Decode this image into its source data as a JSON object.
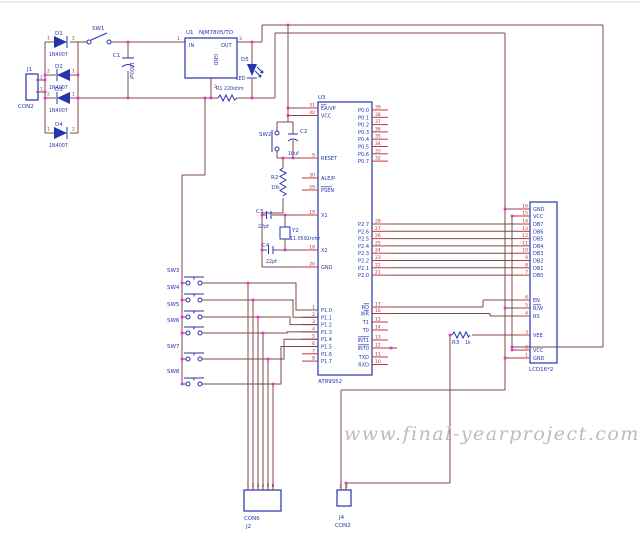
{
  "watermark": "www.final-yearproject.com",
  "colors": {
    "wire": "#7c4848",
    "pin_stub": "#c53434",
    "component": "#2633ad",
    "pin_number": "#a03434",
    "junction": "#ee2fd0",
    "watermark": "#bcbcbc",
    "background": "#ffffff"
  },
  "power": {
    "j1": {
      "ref": "J1",
      "type": "CON2",
      "pins": [
        "2",
        "1"
      ]
    },
    "diodes": [
      {
        "ref": "D1",
        "value": "1N4007",
        "pins": [
          "1",
          "2"
        ]
      },
      {
        "ref": "D2",
        "value": "1N4007",
        "pins": [
          "2",
          "1"
        ]
      },
      {
        "ref": "D3",
        "value": "1N4007",
        "pins": [
          "2",
          "1"
        ]
      },
      {
        "ref": "D4",
        "value": "1N4007",
        "pins": [
          "1",
          "2"
        ]
      }
    ],
    "sw1": {
      "ref": "SW1"
    },
    "c1": {
      "ref": "C1",
      "value": "1000uf"
    },
    "u1": {
      "ref": "U1",
      "part": "NJM7805/TO",
      "pin_in": "IN",
      "pin_out": "OUT",
      "pin_gnd": "GND",
      "num_in": "1",
      "num_out": "3",
      "num_gnd": "2"
    },
    "d5": {
      "ref": "D5",
      "value": "LED"
    },
    "r1": {
      "ref": "R1",
      "value": "220ohm"
    }
  },
  "reset_circuit": {
    "sw2": {
      "ref": "SW2"
    },
    "c2": {
      "ref": "C2",
      "value": "10uf"
    },
    "r2": {
      "ref": "R2",
      "value": "10k"
    }
  },
  "crystal_circuit": {
    "c3": {
      "ref": "C3",
      "value": "22pf"
    },
    "y2": {
      "ref": "Y2",
      "value": "11.0592mhz"
    },
    "c4": {
      "ref": "C4",
      "value": "22pf"
    }
  },
  "mcu": {
    "ref": "U3",
    "part": "AT89S52",
    "left_pins": [
      {
        "n": "31",
        "l": "EA/VP",
        "b": 2
      },
      {
        "n": "40",
        "l": "VCC"
      },
      {
        "n": "9",
        "l": "RESET"
      },
      {
        "n": "30",
        "l": "ALE/P"
      },
      {
        "n": "29",
        "l": "PSEN",
        "b": 4
      },
      {
        "n": "19",
        "l": "X1"
      },
      {
        "n": "18",
        "l": "X2"
      },
      {
        "n": "20",
        "l": "GND"
      },
      {
        "n": "1",
        "l": "P1.0"
      },
      {
        "n": "2",
        "l": "P1.1"
      },
      {
        "n": "3",
        "l": "P1.2"
      },
      {
        "n": "4",
        "l": "P1.3"
      },
      {
        "n": "5",
        "l": "P1.4"
      },
      {
        "n": "6",
        "l": "P1.5"
      },
      {
        "n": "7",
        "l": "P1.6"
      },
      {
        "n": "8",
        "l": "P1.7"
      }
    ],
    "right_pins": [
      {
        "n": "39",
        "l": "P0.0"
      },
      {
        "n": "38",
        "l": "P0.1"
      },
      {
        "n": "37",
        "l": "P0.2"
      },
      {
        "n": "36",
        "l": "P0.3"
      },
      {
        "n": "35",
        "l": "P0.4"
      },
      {
        "n": "34",
        "l": "P0.5"
      },
      {
        "n": "33",
        "l": "P0.6"
      },
      {
        "n": "32",
        "l": "P0.7"
      },
      {
        "n": "28",
        "l": "P2.7"
      },
      {
        "n": "27",
        "l": "P2.6"
      },
      {
        "n": "26",
        "l": "P2.5"
      },
      {
        "n": "25",
        "l": "P2.4"
      },
      {
        "n": "24",
        "l": "P2.3"
      },
      {
        "n": "23",
        "l": "P2.2"
      },
      {
        "n": "22",
        "l": "P2.1"
      },
      {
        "n": "21",
        "l": "P2.0"
      },
      {
        "n": "17",
        "l": "RD",
        "b": 2
      },
      {
        "n": "16",
        "l": "WR",
        "b": 2
      },
      {
        "n": "15",
        "l": "T1"
      },
      {
        "n": "14",
        "l": "T0"
      },
      {
        "n": "13",
        "l": "INT1",
        "b": 4
      },
      {
        "n": "12",
        "l": "INT0",
        "b": 4
      },
      {
        "n": "11",
        "l": "TXD"
      },
      {
        "n": "10",
        "l": "RXD"
      }
    ]
  },
  "keypad": {
    "switches": [
      {
        "ref": "SW3"
      },
      {
        "ref": "SW4"
      },
      {
        "ref": "SW5"
      },
      {
        "ref": "SW6"
      },
      {
        "ref": "SW7"
      },
      {
        "ref": "SW8"
      }
    ]
  },
  "lcd": {
    "label": "LCD16*2",
    "pins": [
      {
        "n": "16",
        "l": "GND"
      },
      {
        "n": "15",
        "l": "VCC"
      },
      {
        "n": "14",
        "l": "DB7"
      },
      {
        "n": "13",
        "l": "DB6"
      },
      {
        "n": "12",
        "l": "DB5"
      },
      {
        "n": "11",
        "l": "DB4"
      },
      {
        "n": "10",
        "l": "DB3"
      },
      {
        "n": "9",
        "l": "DB2"
      },
      {
        "n": "8",
        "l": "DB1"
      },
      {
        "n": "7",
        "l": "DB0"
      },
      {
        "n": "6",
        "l": "EN"
      },
      {
        "n": "5",
        "l": "R/W",
        "b": 3
      },
      {
        "n": "4",
        "l": "RS"
      },
      {
        "n": "3",
        "l": "VEE"
      },
      {
        "n": "2",
        "l": "VCC"
      },
      {
        "n": "1",
        "l": "GND"
      }
    ]
  },
  "r3": {
    "ref": "R3",
    "value": "1k"
  },
  "con6": {
    "ref": "CON6",
    "ref2": "J2",
    "pins": [
      "1",
      "2",
      "3",
      "4",
      "5",
      "6"
    ]
  },
  "j4": {
    "ref": "J4",
    "type": "CON2",
    "pins": [
      "1",
      "2"
    ]
  }
}
